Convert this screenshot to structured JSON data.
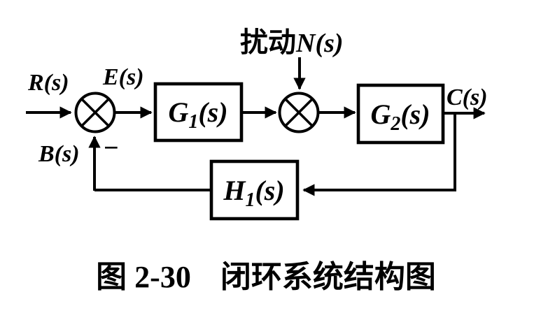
{
  "diagram": {
    "signals": {
      "input": "R(s)",
      "error": "E(s)",
      "feedback": "B(s)",
      "output": "C(s)",
      "disturbance_cjk": "扰动",
      "disturbance_math": "N(s)",
      "minus_sign": "−"
    },
    "blocks": {
      "g1": {
        "main": "G",
        "sub": "1",
        "rest": "(s)"
      },
      "g2": {
        "main": "G",
        "sub": "2",
        "rest": "(s)"
      },
      "h1": {
        "main": "H",
        "sub": "1",
        "rest": "(s)"
      }
    },
    "colors": {
      "ink": "#000000",
      "background": "#ffffff"
    }
  },
  "caption": {
    "figure_number": "图 2-30",
    "title": "闭环系统结构图"
  }
}
